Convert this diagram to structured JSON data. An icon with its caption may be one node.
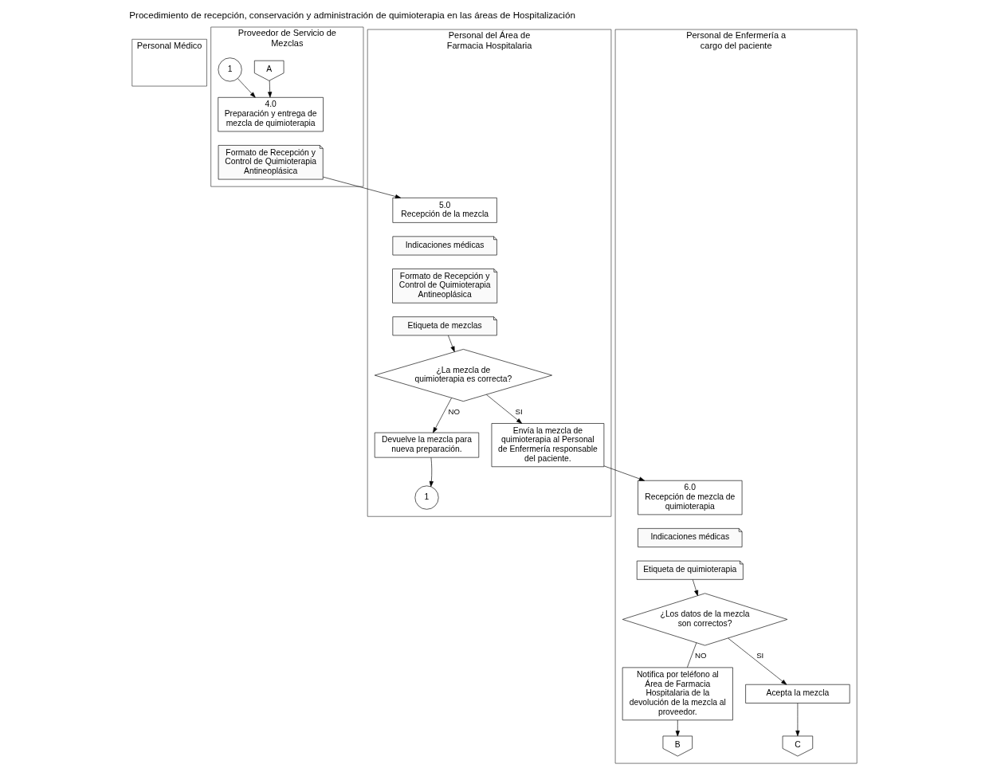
{
  "diagram": {
    "title": "Procedimiento de recepción, conservación y administración de quimioterapia en las áreas de Hospitalización",
    "nodes": [
      {
        "text": [
          "Personal Médico"
        ]
      },
      {
        "text": [
          "Proveedor de Servicio de Mezclas"
        ]
      },
      {
        "text": [
          "Personal del Área de Farmacia Hospitalaria"
        ]
      },
      {
        "text": [
          "Personal de Enfermería a cargo del paciente"
        ]
      },
      {
        "text": [
          "A"
        ],
        "in": 1
      },
      {
        "text": [
          "1"
        ],
        "in": 1
      },
      {
        "text": [
          "4.0",
          "Preparación y entrega de mezcla de quimioterapia"
        ],
        "in": 1
      },
      {
        "text": [
          "Formato de Recepción y Control de Quimioterapia Antineoplásica"
        ],
        "in": 1
      },
      {
        "text": [
          "5.0",
          "Recepción de la mezcla"
        ],
        "in": 2
      },
      {
        "text": [
          "Indicaciones médicas"
        ],
        "in": 2
      },
      {
        "text": [
          "Formato de Recepción y Control de Quimioterapia Antineoplásica"
        ],
        "in": 2
      },
      {
        "text": [
          "Etiqueta de mezclas"
        ],
        "in": 2
      },
      {
        "text": [
          "¿La mezcla de quimioterapia es correcta?"
        ],
        "in": 2
      },
      {
        "text": [
          "Devuelve la mezcla para nueva preparación."
        ],
        "in": 2
      },
      {
        "text": [
          "1"
        ],
        "in": 2
      },
      {
        "text": [
          "Envía la mezcla de quimioterapia al Personal de Enfermería responsable del paciente."
        ],
        "in": 2
      },
      {
        "text": [
          "6.0",
          "Recepción de mezcla de quimioterapia"
        ],
        "in": 3
      },
      {
        "text": [
          "Indicaciones médicas"
        ],
        "in": 3
      },
      {
        "text": [
          "Etiqueta de quimioterapia"
        ],
        "in": 3
      },
      {
        "text": [
          "¿Los datos de la mezcla son correctos?"
        ],
        "in": 3
      },
      {
        "text": [
          "Notifica por teléfono al Área de Farmacia Hospitalaria de la devolución de la mezcla al proveedor."
        ],
        "in": 3
      },
      {
        "text": [
          "B"
        ],
        "in": 3
      },
      {
        "text": [
          "Acepta la mezcla"
        ],
        "in": 3
      },
      {
        "text": [
          "C"
        ],
        "in": 3
      }
    ],
    "edges": [
      {
        "from": 4,
        "to": 6,
        "arrow": "to"
      },
      {
        "from": 5,
        "to": 6,
        "arrow": "to"
      },
      {
        "from": 7,
        "to": 8,
        "arrow": "to"
      },
      {
        "from": 11,
        "to": 12,
        "arrow": "to"
      },
      {
        "from": 12,
        "to": 13,
        "arrow": "to",
        "label": "NO"
      },
      {
        "from": 12,
        "to": 15,
        "arrow": "to",
        "label": "SI"
      },
      {
        "from": 13,
        "to": 14,
        "arrow": "to"
      },
      {
        "from": 15,
        "to": 16,
        "arrow": "to"
      },
      {
        "from": 18,
        "to": 19,
        "arrow": "to"
      },
      {
        "from": 19,
        "to": 20,
        "arrow": "none",
        "label": "NO"
      },
      {
        "from": 19,
        "to": 22,
        "arrow": "to",
        "label": "SI"
      },
      {
        "from": 20,
        "to": 21,
        "arrow": "to"
      },
      {
        "from": 22,
        "to": 23,
        "arrow": "to"
      }
    ]
  }
}
